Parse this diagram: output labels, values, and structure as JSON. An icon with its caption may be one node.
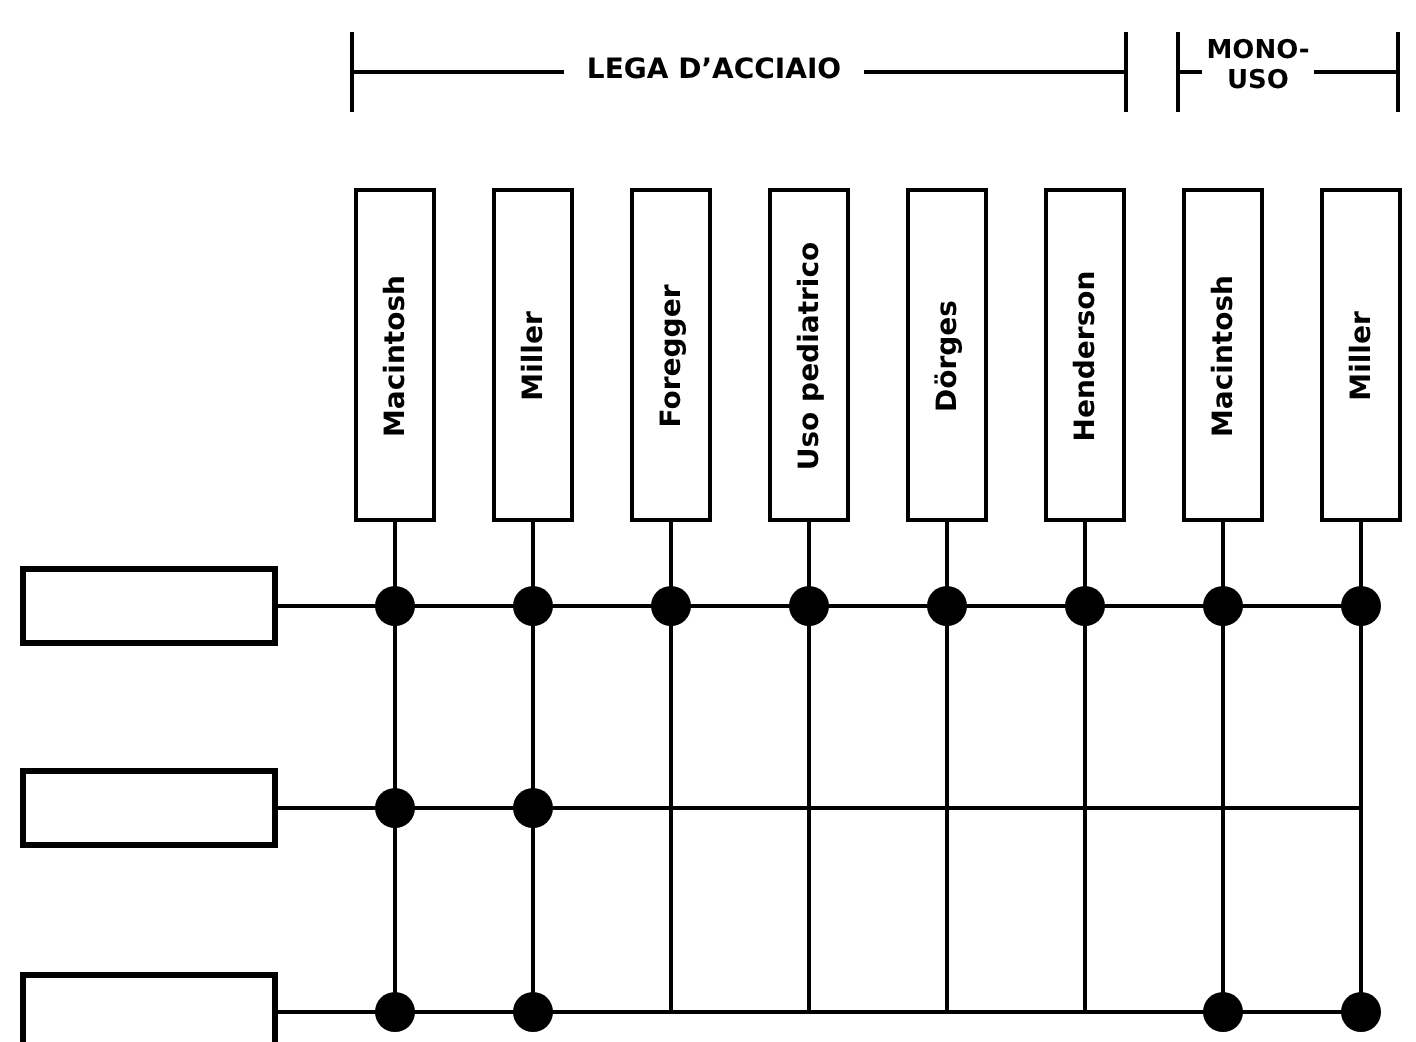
{
  "diagram": {
    "nodes": [
      {
        "text": [
          "Macintosh"
        ]
      },
      {
        "text": [
          "Miller"
        ]
      },
      {
        "text": [
          "Foregger"
        ]
      },
      {
        "text": [
          "Uso pediatrico"
        ]
      },
      {
        "text": [
          "Dörges"
        ]
      },
      {
        "text": [
          "Henderson"
        ]
      },
      {
        "text": [
          "Macintosh"
        ]
      },
      {
        "text": [
          "Miller"
        ]
      },
      {
        "text": [],
        "shape": "box"
      },
      {
        "text": [],
        "shape": "box"
      },
      {
        "text": [],
        "shape": "box"
      }
    ],
    "edges": [
      {
        "from": 8,
        "to": 0,
        "arrow": "none"
      },
      {
        "from": 8,
        "to": 1,
        "arrow": "none"
      },
      {
        "from": 8,
        "to": 2,
        "arrow": "none"
      },
      {
        "from": 8,
        "to": 3,
        "arrow": "none"
      },
      {
        "from": 8,
        "to": 4,
        "arrow": "none"
      },
      {
        "from": 8,
        "to": 5,
        "arrow": "none"
      },
      {
        "from": 8,
        "to": 6,
        "arrow": "none"
      },
      {
        "from": 8,
        "to": 7,
        "arrow": "none"
      },
      {
        "from": 9,
        "to": 0,
        "arrow": "none"
      },
      {
        "from": 9,
        "to": 1,
        "arrow": "none"
      },
      {
        "from": 10,
        "to": 0,
        "arrow": "none"
      },
      {
        "from": 10,
        "to": 1,
        "arrow": "none"
      },
      {
        "from": 10,
        "to": 6,
        "arrow": "none"
      },
      {
        "from": 10,
        "to": 7,
        "arrow": "none"
      }
    ],
    "labels": [
      "LEGA D’ACCIAIO",
      "MONO-USO"
    ]
  }
}
